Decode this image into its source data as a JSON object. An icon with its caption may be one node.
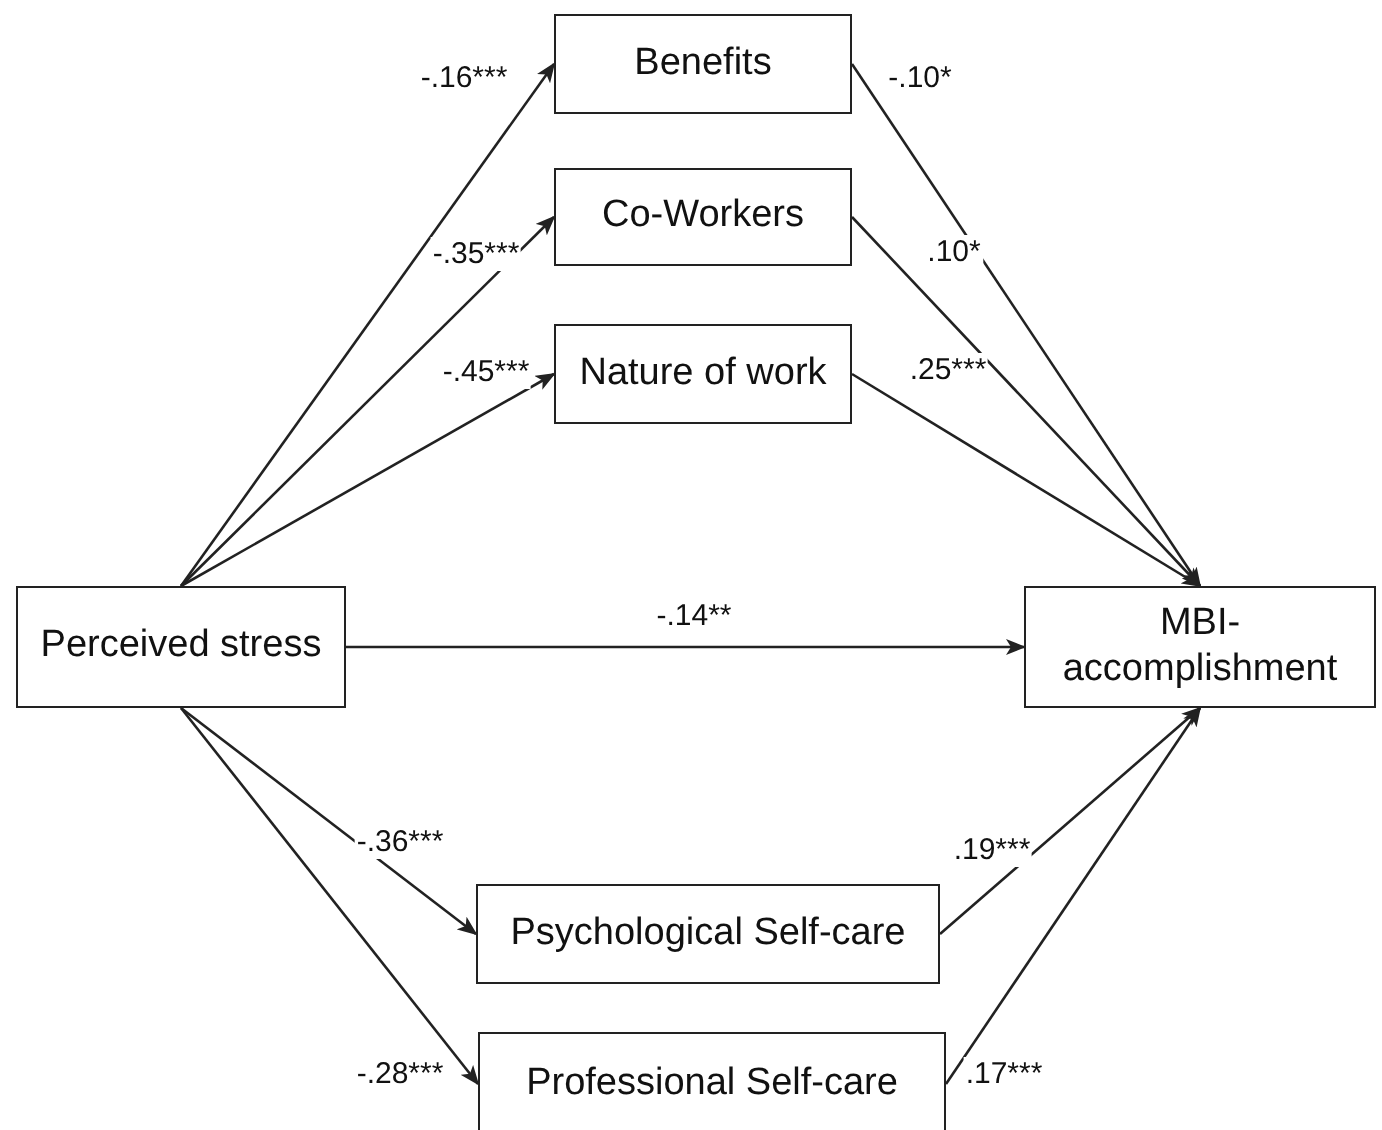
{
  "diagram": {
    "nodes": [
      {
        "text": [
          "Perceived stress"
        ]
      },
      {
        "text": [
          "Benefits"
        ]
      },
      {
        "text": [
          "Co-Workers"
        ]
      },
      {
        "text": [
          "Nature of work"
        ]
      },
      {
        "text": [
          "MBI-accomplishment"
        ]
      },
      {
        "text": [
          "Psychological Self-care"
        ]
      },
      {
        "text": [
          "Professional Self-care"
        ]
      }
    ],
    "edges": [
      {
        "from": 0,
        "to": 1,
        "arrow": "to",
        "label": "-.16***"
      },
      {
        "from": 0,
        "to": 2,
        "arrow": "to",
        "label": "-.35***"
      },
      {
        "from": 0,
        "to": 3,
        "arrow": "to",
        "label": "-.45***"
      },
      {
        "from": 0,
        "to": 4,
        "arrow": "to",
        "label": "-.14**"
      },
      {
        "from": 0,
        "to": 5,
        "arrow": "to",
        "label": "-.36***"
      },
      {
        "from": 0,
        "to": 6,
        "arrow": "to",
        "label": "-.28***"
      },
      {
        "from": 1,
        "to": 4,
        "arrow": "to",
        "label": "-.10*"
      },
      {
        "from": 2,
        "to": 4,
        "arrow": "to",
        "label": ".10*"
      },
      {
        "from": 3,
        "to": 4,
        "arrow": "to",
        "label": ".25***"
      },
      {
        "from": 5,
        "to": 4,
        "arrow": "to",
        "label": ".19***"
      },
      {
        "from": 6,
        "to": 4,
        "arrow": "to",
        "label": ".17***"
      }
    ]
  }
}
